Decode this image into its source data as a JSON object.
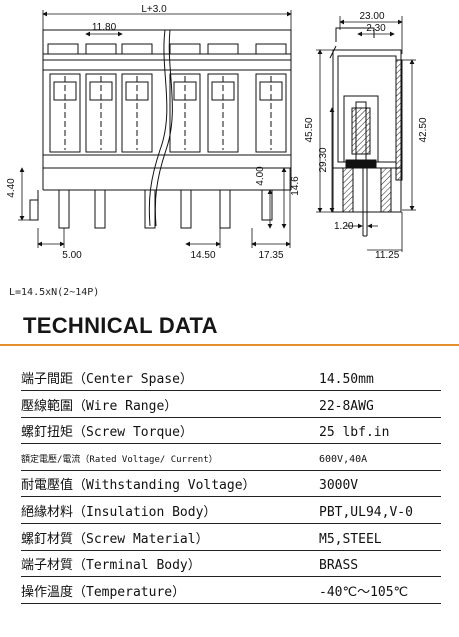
{
  "drawing": {
    "dim_top_length": "L+3.0",
    "dim_pitch_top": "11.80",
    "dim_left_height": "4.40",
    "dim_bottom_left": "5.00",
    "dim_bottom_pitch": "14.50",
    "dim_bottom_right": "17.35",
    "dim_pin_height": "4.00",
    "dim_pin_total": "14.6",
    "dim_overall_height": "45.50",
    "dim_inner_height": "29.30",
    "dim_side_width": "23.00",
    "dim_side_top": "2.30",
    "dim_side_height": "42.50",
    "dim_pin_width": "1.20",
    "dim_pin_offset": "11.25"
  },
  "formula": "L=14.5xN(2~14P)",
  "title": "TECHNICAL DATA",
  "specs": [
    {
      "label": "端子間距（Center Spase）",
      "value": "14.50mm",
      "small": false
    },
    {
      "label": "壓線範圍（Wire Range）",
      "value": "22-8AWG",
      "small": false
    },
    {
      "label": "螺釘扭矩（Screw Torque）",
      "value": "25 lbf.in",
      "small": false
    },
    {
      "label": "額定電壓/電流（Rated Voltage/ Current）",
      "value": "600V,40A",
      "small": true
    },
    {
      "label": "耐電壓值（Withstanding Voltage）",
      "value": "3000V",
      "small": false
    },
    {
      "label": "絕緣材料（Insulation Body）",
      "value": "PBT,UL94,V-0",
      "small": false
    },
    {
      "label": "螺釘材質（Screw Material）",
      "value": "M5,STEEL",
      "small": false
    },
    {
      "label": "端子材質（Terminal Body）",
      "value": "BRASS",
      "small": false
    },
    {
      "label": "操作溫度（Temperature）",
      "value": "-40℃～105℃",
      "small": false
    }
  ]
}
